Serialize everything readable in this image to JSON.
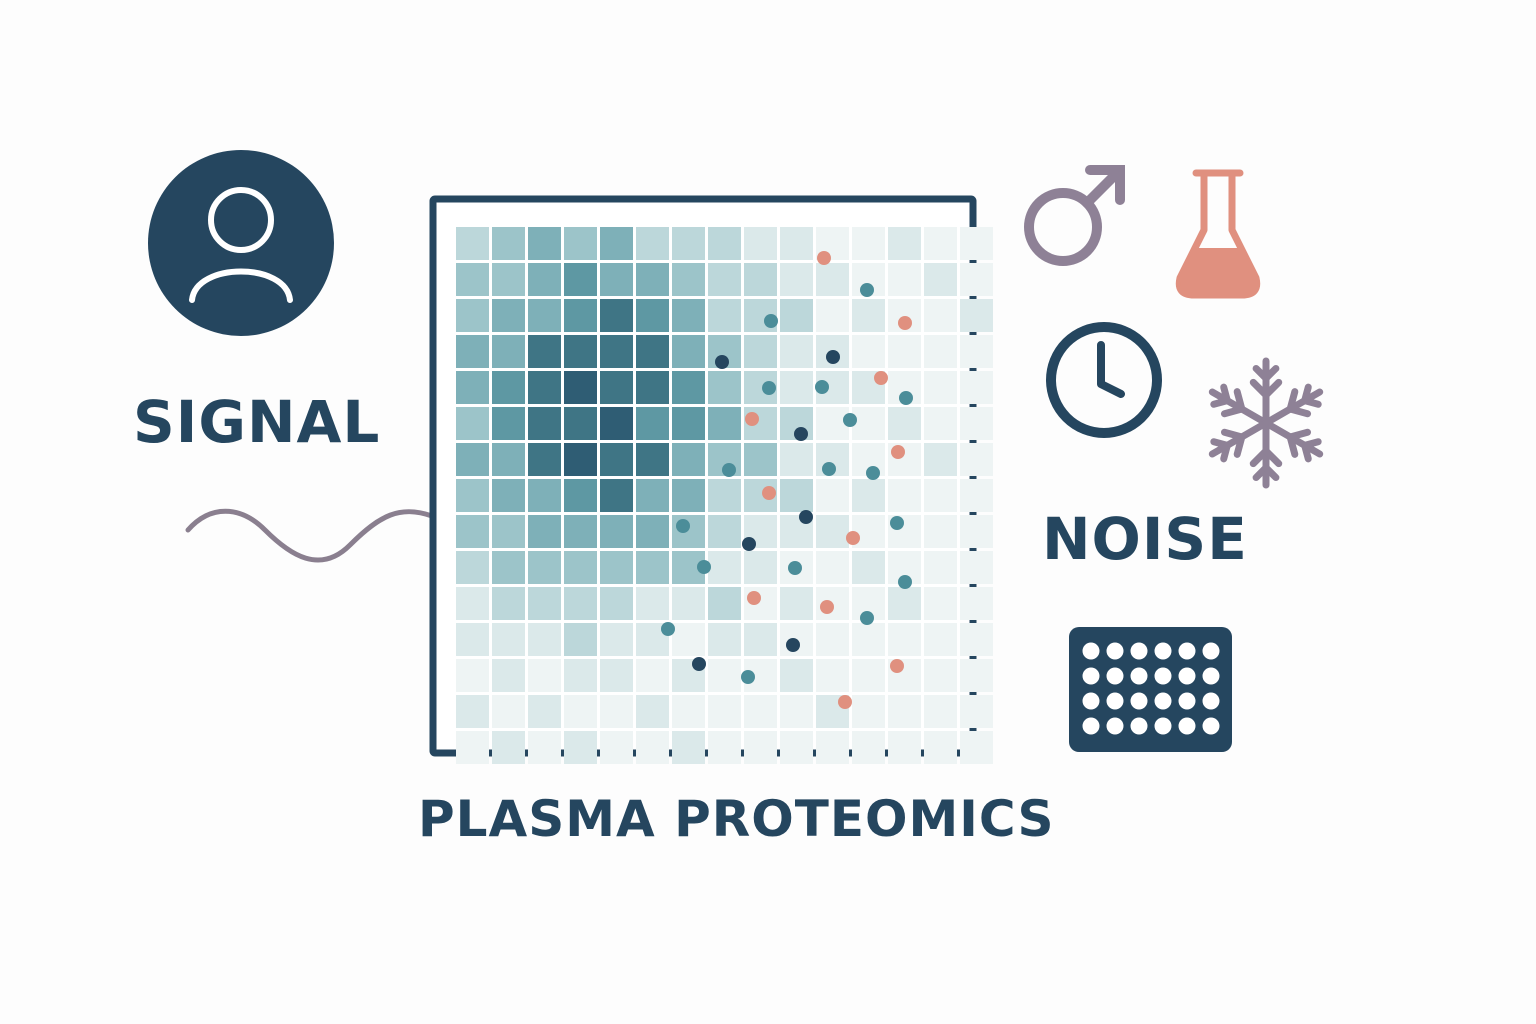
{
  "labels": {
    "signal": "SIGNAL",
    "noise": "NOISE",
    "title": "PLASMA PROTEOMICS"
  },
  "icons": {
    "person": "person-icon",
    "male": "male-symbol-icon",
    "flask": "flask-icon",
    "clock": "clock-icon",
    "snowflake": "snowflake-icon",
    "plate": "well-plate-icon",
    "wave": "wave-icon"
  },
  "colors": {
    "navy": "#25465f",
    "teal_dark": "#2f5d74",
    "teal_mid": "#4b8d99",
    "teal_light": "#9cc4c9",
    "teal_pale": "#dbe9ea",
    "salmon": "#e0907f",
    "mauve": "#8e8196",
    "wave": "#8a7f8f"
  }
}
